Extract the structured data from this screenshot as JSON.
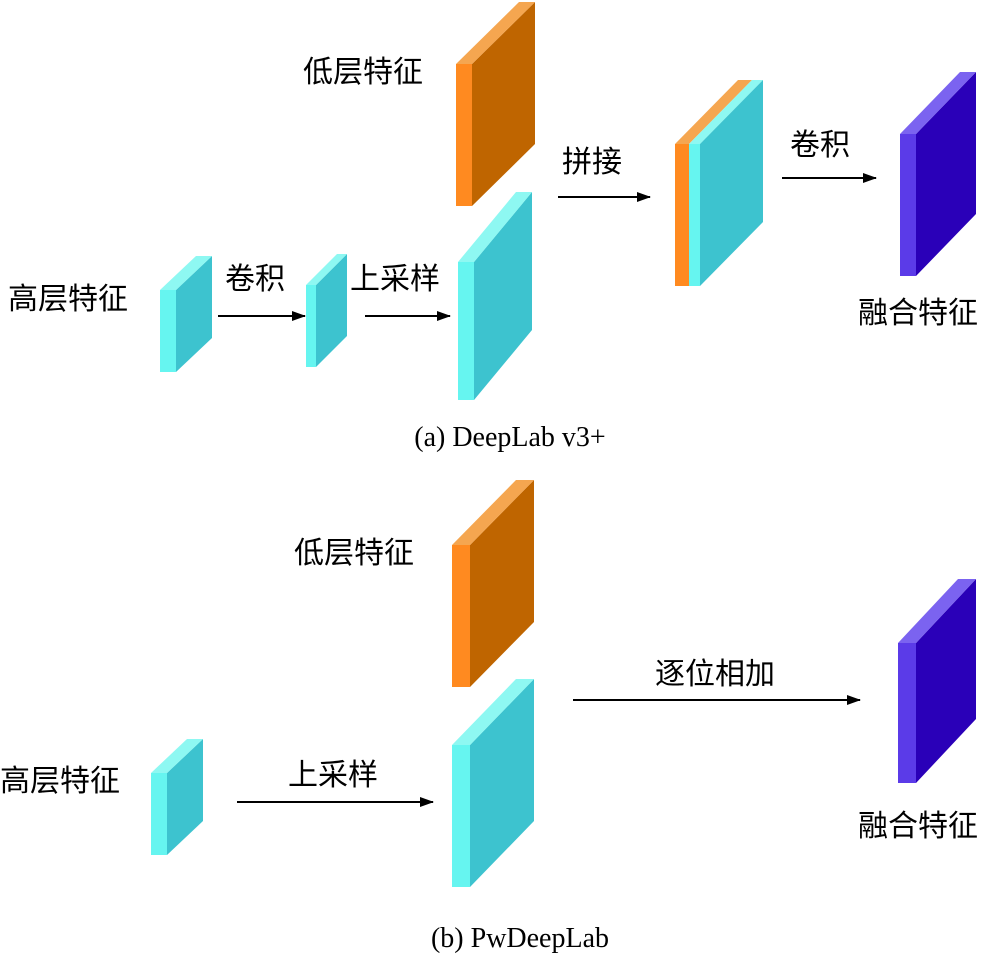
{
  "panel_a": {
    "caption": "(a) DeepLab v3+",
    "labels": {
      "high_feature": "高层特征",
      "conv1": "卷积",
      "upsample": "上采样",
      "low_feature": "低层特征",
      "concat": "拼接",
      "conv2": "卷积",
      "fused_feature": "融合特征"
    }
  },
  "panel_b": {
    "caption": "(b) PwDeepLab",
    "labels": {
      "high_feature": "高层特征",
      "upsample": "上采样",
      "low_feature": "低层特征",
      "elementwise_add": "逐位相加",
      "fused_feature": "融合特征"
    }
  },
  "colors": {
    "cyan_front": "#66F5F0",
    "cyan_side": "#3DC3CF",
    "cyan_top": "#8EF8F2",
    "orange_front": "#FF8A20",
    "orange_side": "#BF6500",
    "orange_top": "#F5A650",
    "purple_front": "#5B3BE8",
    "purple_side": "#2A00B8",
    "purple_top": "#7B63F0",
    "arrow": "#000000"
  }
}
